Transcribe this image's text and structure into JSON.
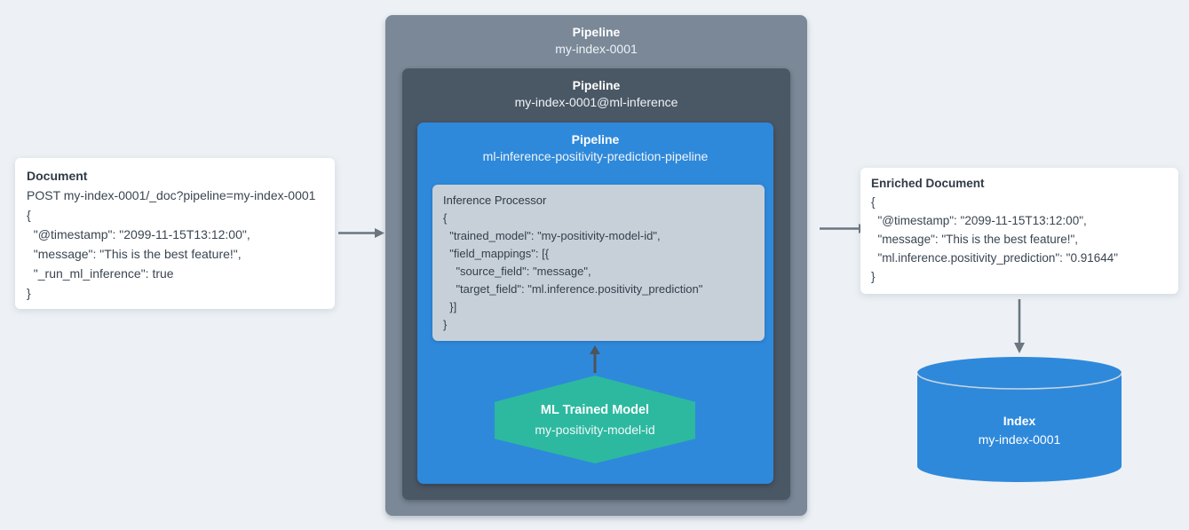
{
  "page": {
    "background_color": "#EDF1F5",
    "description": "ML inference pipeline flow diagram"
  },
  "document_card": {
    "title": "Document",
    "lines": [
      "POST my-index-0001/_doc?pipeline=my-index-0001",
      "{",
      "  \"@timestamp\": \"2099-11-15T13:12:00\",",
      "  \"message\": \"This is the best feature!\",",
      "  \"_run_ml_inference\": true",
      "}"
    ]
  },
  "pipeline_outer": {
    "label": "Pipeline",
    "name": "my-index-0001",
    "color": "#7A8897"
  },
  "pipeline_ml_inference": {
    "label": "Pipeline",
    "name": "my-index-0001@ml-inference",
    "color": "#4A5765"
  },
  "pipeline_prediction": {
    "label": "Pipeline",
    "name": "ml-inference-positivity-prediction-pipeline",
    "color": "#2E89DB"
  },
  "inference_processor": {
    "title": "Inference Processor",
    "lines": [
      "{",
      "  \"trained_model\": \"my-positivity-model-id\",",
      "  \"field_mappings\": [{",
      "    \"source_field\": \"message\",",
      "    \"target_field\": \"ml.inference.positivity_prediction\"",
      "  }]",
      "}"
    ],
    "background_color": "#C7D0D9"
  },
  "trained_model": {
    "title": "ML Trained Model",
    "name": "my-positivity-model-id",
    "color": "#2CB9A0"
  },
  "enriched_card": {
    "title": "Enriched Document",
    "lines": [
      "{",
      "  \"@timestamp\": \"2099-11-15T13:12:00\",",
      "  \"message\": \"This is the best feature!\",",
      "  \"ml.inference.positivity_prediction\": \"0.91644\"",
      "}"
    ]
  },
  "index": {
    "title": "Index",
    "name": "my-index-0001",
    "color": "#2E89DB"
  },
  "icons": {
    "arrow_color": "#6B7680",
    "up_arrow_color": "#4D545B"
  }
}
